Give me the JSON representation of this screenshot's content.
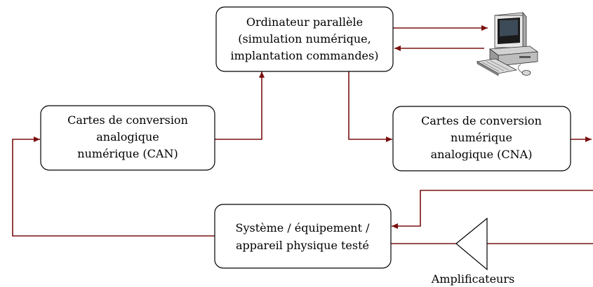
{
  "colors": {
    "connector": "#7a1010",
    "box_stroke": "#000000",
    "box_fill": "#ffffff"
  },
  "nodes": {
    "parallel_computer": {
      "line1": "Ordinateur parallèle",
      "line2": "(simulation numérique,",
      "line3": "implantation commandes)"
    },
    "adc_cards": {
      "line1": "Cartes de conversion",
      "line2": "analogique",
      "line3": "numérique (CAN)"
    },
    "dac_cards": {
      "line1": "Cartes de conversion",
      "line2": "numérique",
      "line3": "analogique (CNA)"
    },
    "tested_system": {
      "line1": "Système / équipement /",
      "line2": "appareil physique testé"
    }
  },
  "labels": {
    "amplifiers": "Amplificateurs"
  },
  "icons": {
    "workstation": "desktop-computer-icon"
  }
}
